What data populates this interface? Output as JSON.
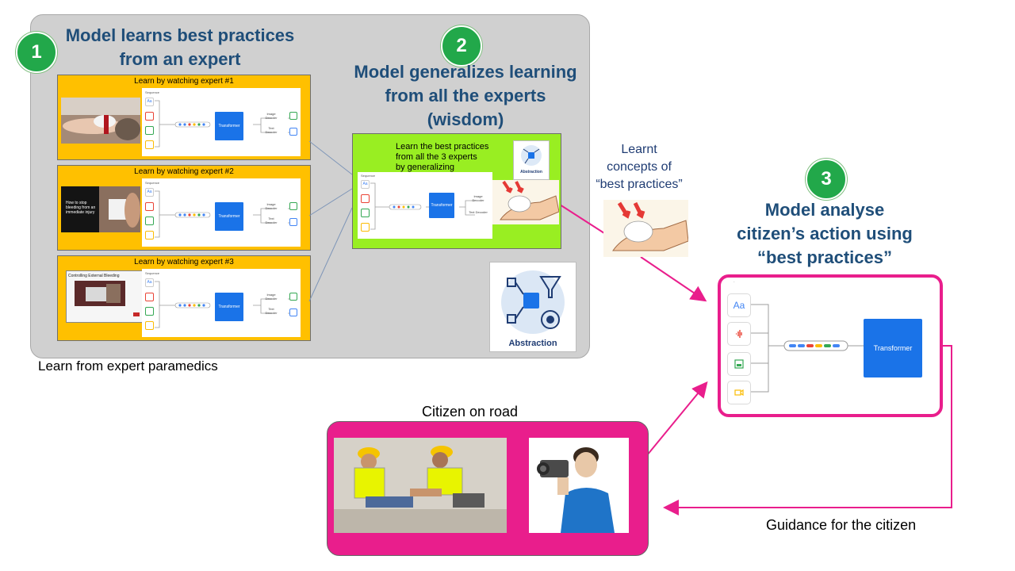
{
  "step1": {
    "badge": "1",
    "line1": "Model learns best practices",
    "line2": "from an expert"
  },
  "step2": {
    "badge": "2",
    "line1": "Model generalizes learning",
    "line2": "from all the experts",
    "line3": "(wisdom)"
  },
  "step3": {
    "badge": "3",
    "line1": "Model analyse",
    "line2": "citizen’s action using",
    "line3": "“best practices”"
  },
  "experts": [
    {
      "title": "Learn by watching expert #1"
    },
    {
      "title": "Learn by watching expert #2",
      "video_text": "How to stop bleeding from an immediate injury"
    },
    {
      "title": "Learn by watching expert #3",
      "video_title": "Controlling External Bleeding"
    }
  ],
  "mini_diagram": {
    "sequence_label": "Sequence",
    "transformer_label": "Transformer",
    "image_decoder": "Image Decoder",
    "text_decoder": "Text Decoder",
    "text_icon": "Aa"
  },
  "generalize_box": {
    "line1": "Learn the best practices",
    "line2": "from all the 3 experts",
    "line3": "by generalizing",
    "abstraction_label": "Abstraction"
  },
  "learnt": {
    "line1": "Learnt",
    "line2": "concepts of",
    "line3": "“best practices”"
  },
  "abstraction_label": "Abstraction",
  "learn_caption": "Learn from expert paramedics",
  "big_model": {
    "transformer_label": "Transformer",
    "text_icon": "Aa",
    "dot": "."
  },
  "citizen_caption": "Citizen on road",
  "guidance_caption": "Guidance for the citizen",
  "colors": {
    "accent_pink": "#e91e8c",
    "heading_blue": "#1f4e79",
    "badge_green": "#22a84a",
    "expert_orange": "#ffc000",
    "generalize_green": "#99ee22",
    "transformer_blue": "#1a73e8"
  },
  "icons": [
    "text-icon",
    "audio-icon",
    "image-icon",
    "video-icon",
    "abstraction-icon",
    "funnel-icon"
  ]
}
